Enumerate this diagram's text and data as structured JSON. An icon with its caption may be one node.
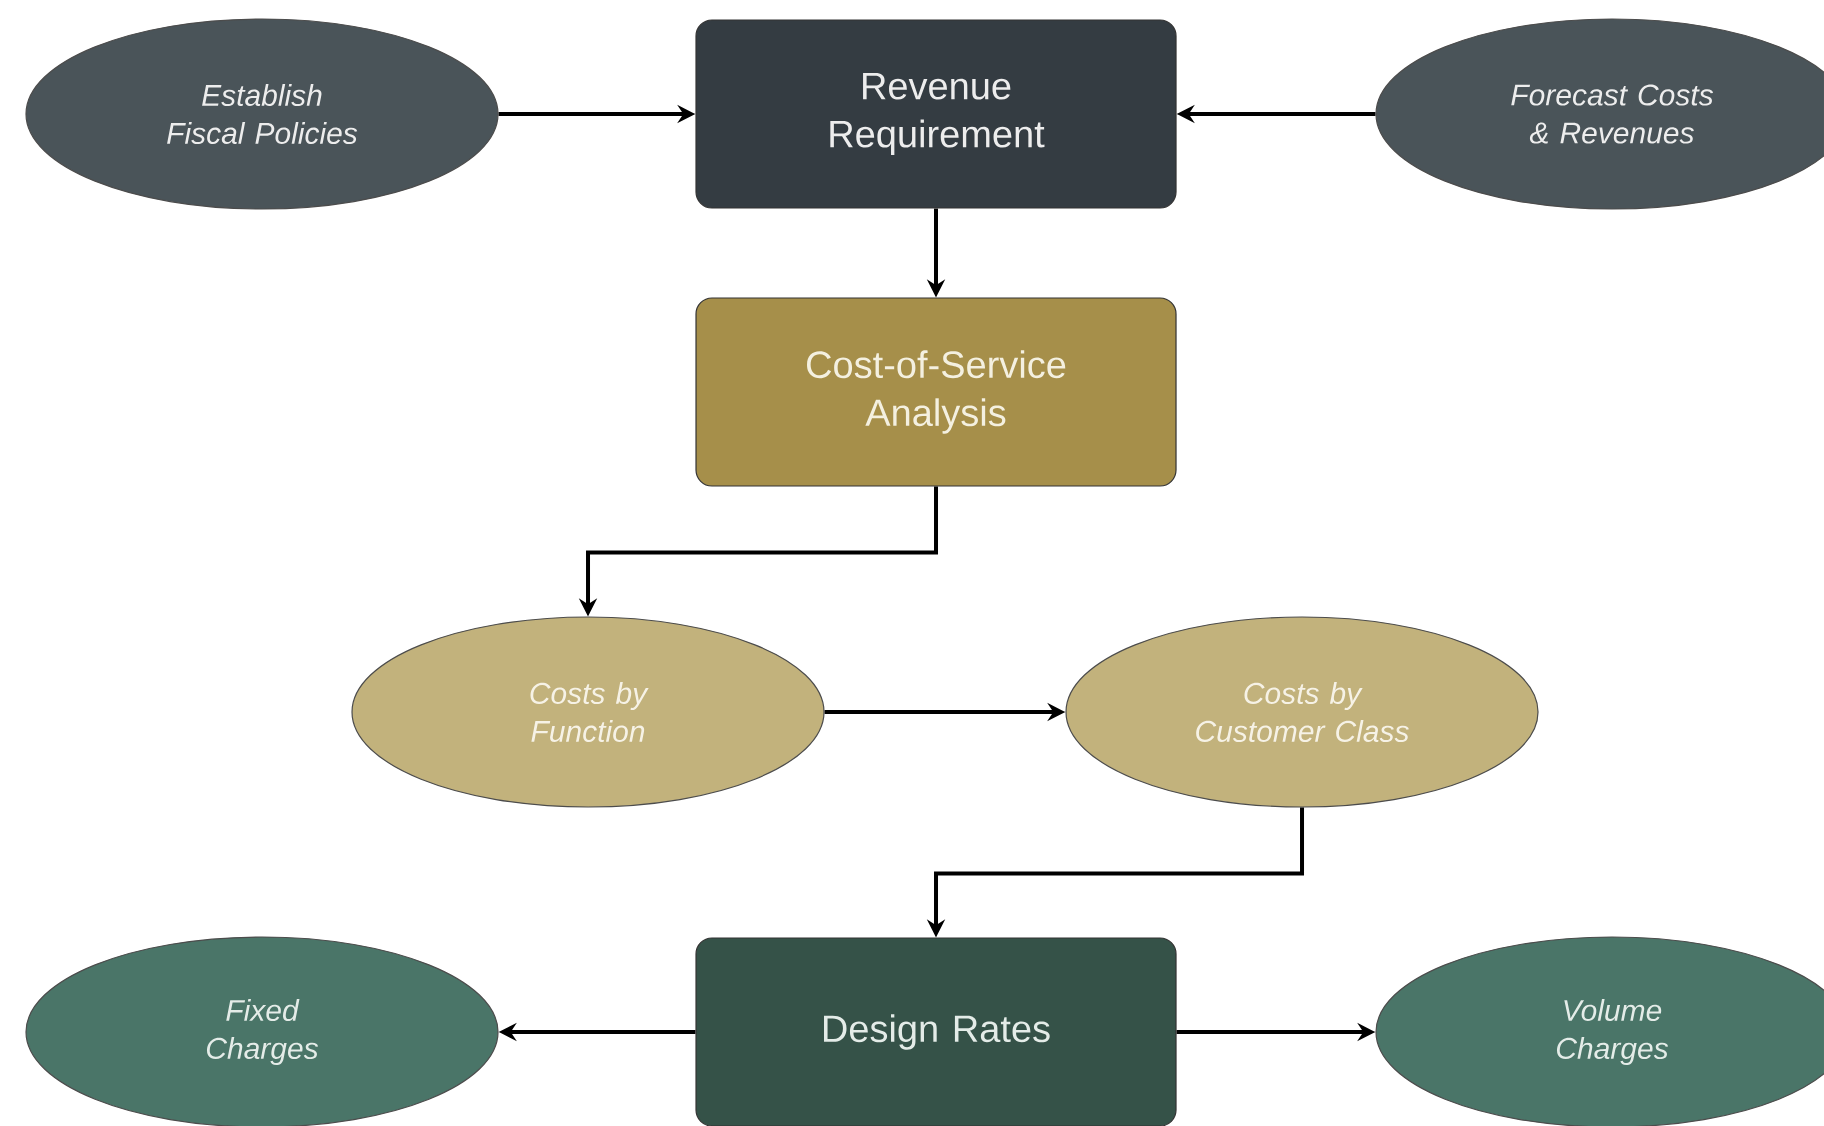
{
  "diagram": {
    "nodes": [
      {
        "text": [
          "Establish Fiscal Policies"
        ]
      },
      {
        "text": [
          "Revenue Requirement"
        ]
      },
      {
        "text": [
          "Forecast Costs & Revenues"
        ]
      },
      {
        "text": [
          "Cost-of-Service Analysis"
        ]
      },
      {
        "text": [
          "Costs by Function"
        ]
      },
      {
        "text": [
          "Costs by Customer Class"
        ]
      },
      {
        "text": [
          "Fixed Charges"
        ]
      },
      {
        "text": [
          "Design Rates"
        ]
      },
      {
        "text": [
          "Volume Charges"
        ]
      }
    ],
    "edges": [
      {
        "from": 0,
        "to": 1,
        "arrow": "to"
      },
      {
        "from": 2,
        "to": 1,
        "arrow": "to"
      },
      {
        "from": 1,
        "to": 3,
        "arrow": "to"
      },
      {
        "from": 3,
        "to": 4,
        "arrow": "to"
      },
      {
        "from": 4,
        "to": 5,
        "arrow": "to"
      },
      {
        "from": 5,
        "to": 7,
        "arrow": "to"
      },
      {
        "from": 7,
        "to": 6,
        "arrow": "to"
      },
      {
        "from": 7,
        "to": 8,
        "arrow": "to"
      }
    ]
  }
}
